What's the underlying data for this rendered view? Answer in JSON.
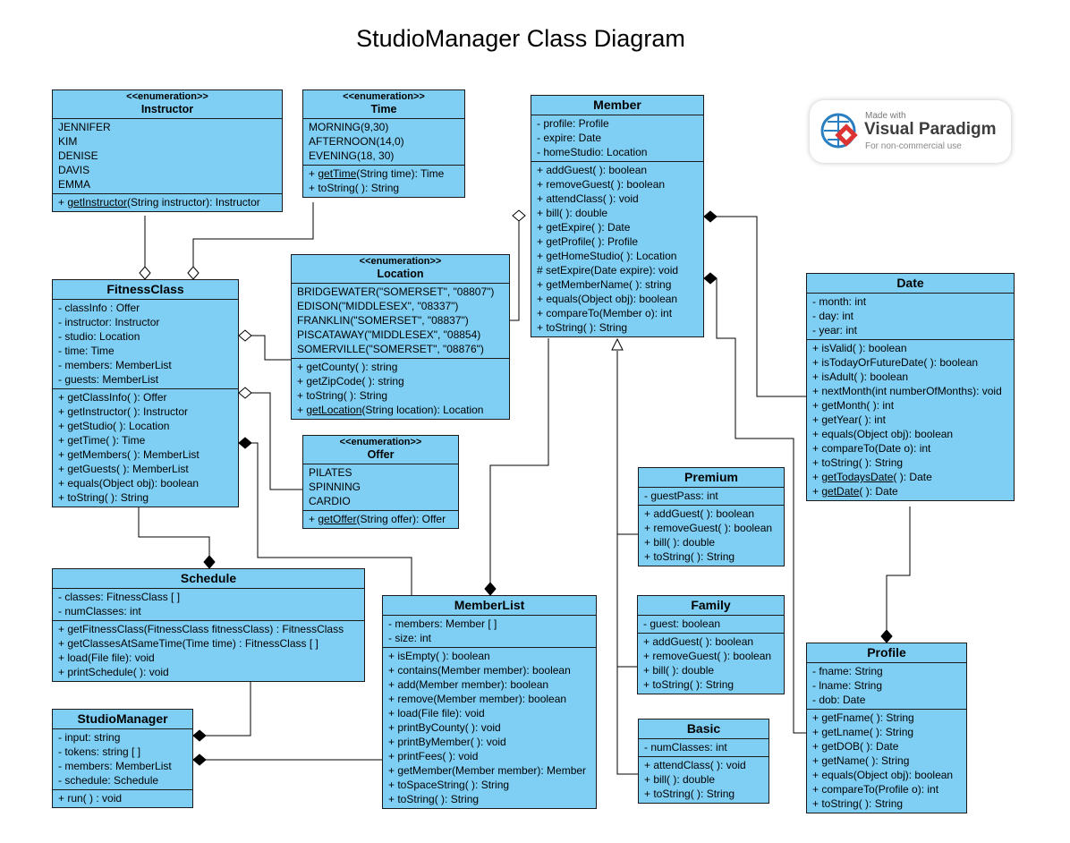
{
  "title": "StudioManager Class Diagram",
  "watermark": {
    "made_with": "Made with",
    "brand": "Visual Paradigm",
    "note": "For non-commercial use"
  },
  "classes": {
    "instructor": {
      "stereotype": "<<enumeration>>",
      "name": "Instructor",
      "attributes": [
        "JENNIFER",
        "KIM",
        "DENISE",
        "DAVIS",
        "EMMA"
      ],
      "methods_pre": [
        "+ ",
        "getInstructor",
        "(String instructor): Instructor"
      ]
    },
    "time": {
      "stereotype": "<<enumeration>>",
      "name": "Time",
      "attributes": [
        "MORNING(9,30)",
        "AFTERNOON(14,0)",
        "EVENING(18, 30)"
      ],
      "methods_pre": [
        "+ ",
        "getTime",
        "(String time): Time"
      ],
      "methods": [
        "+ toString( ): String"
      ]
    },
    "member": {
      "name": "Member",
      "attributes": [
        "- profile: Profile",
        "- expire: Date",
        "- homeStudio: Location"
      ],
      "methods": [
        "+ addGuest( ): boolean",
        "+ removeGuest( ): boolean",
        "+ attendClass( ): void",
        "+ bill( ): double",
        "+ getExpire( ): Date",
        "+ getProfile( ): Profile",
        "+ getHomeStudio( ): Location",
        "# setExpire(Date expire): void",
        "+ getMemberName( ): string",
        "+ equals(Object obj): boolean",
        "+ compareTo(Member o): int",
        "+ toString( ): String"
      ]
    },
    "fitness": {
      "name": "FitnessClass",
      "attributes": [
        "- classInfo : Offer",
        "- instructor: Instructor",
        "- studio: Location",
        "- time: Time",
        "- members: MemberList",
        "- guests: MemberList"
      ],
      "methods": [
        "+ getClassInfo( ): Offer",
        "+ getInstructor( ): Instructor",
        "+ getStudio( ): Location",
        "+ getTime( ): Time",
        "+ getMembers( ): MemberList",
        "+ getGuests( ): MemberList",
        "+ equals(Object obj): boolean",
        "+ toString( ): String"
      ]
    },
    "location": {
      "stereotype": "<<enumeration>>",
      "name": "Location",
      "attributes": [
        "BRIDGEWATER(\"SOMERSET\", \"08807\")",
        "EDISON(\"MIDDLESEX\", \"08337\")",
        "FRANKLIN(\"SOMERSET\", \"08837\")",
        "PISCATAWAY(\"MIDDLESEX\", \"08854)",
        "SOMERVILLE(\"SOMERSET\", \"08876\")"
      ],
      "methods": [
        "+ getCounty( ): string",
        "+ getZipCode( ): string",
        "+ toString( ): String"
      ],
      "methods_post": [
        "+ ",
        "getLocation",
        "(String location): Location"
      ]
    },
    "offer": {
      "stereotype": "<<enumeration>>",
      "name": "Offer",
      "attributes": [
        "PILATES",
        "SPINNING",
        "CARDIO"
      ],
      "methods_pre": [
        "+ ",
        "getOffer",
        "(String offer): Offer"
      ]
    },
    "date": {
      "name": "Date",
      "attributes": [
        "- month: int",
        "- day: int",
        "- year: int"
      ],
      "methods": [
        "+ isValid( ): boolean",
        "+ isTodayOrFutureDate( ): boolean",
        "+ isAdult( ): boolean",
        "+ nextMonth(int numberOfMonths): void",
        "+ getMonth( ): int",
        "+ getYear( ): int",
        "+ equals(Object obj): boolean",
        "+ compareTo(Date o): int",
        "+ toString( ): String"
      ],
      "static_methods": [
        [
          "+ ",
          "getTodaysDate",
          "( ): Date"
        ],
        [
          "+ ",
          "getDate",
          "( ): Date"
        ]
      ]
    },
    "premium": {
      "name": "Premium",
      "attributes": [
        "- guestPass: int"
      ],
      "methods": [
        "+ addGuest( ): boolean",
        "+ removeGuest( ): boolean",
        "+ bill( ): double",
        "+ toString( ): String"
      ]
    },
    "schedule": {
      "name": "Schedule",
      "attributes": [
        "- classes: FitnessClass [ ]",
        "- numClasses: int"
      ],
      "methods": [
        "+ getFitnessClass(FitnessClass fitnessClass) : FitnessClass",
        "+ getClassesAtSameTime(Time time) : FitnessClass [ ]",
        "+ load(File file): void",
        "+ printSchedule( ): void"
      ]
    },
    "memberlist": {
      "name": "MemberList",
      "attributes": [
        "- members: Member [ ]",
        "- size: int"
      ],
      "methods": [
        "+ isEmpty( ): boolean",
        "+ contains(Member member): boolean",
        "+ add(Member member): boolean",
        "+ remove(Member member): boolean",
        "+ load(File file): void",
        "+ printByCounty( ): void",
        "+ printByMember( ): void",
        "+ printFees( ): void",
        "+ getMember(Member member): Member",
        "+ toSpaceString( ): String",
        "+ toString( ): String"
      ]
    },
    "family": {
      "name": "Family",
      "attributes": [
        "- guest: boolean"
      ],
      "methods": [
        "+ addGuest( ): boolean",
        "+ removeGuest( ): boolean",
        "+ bill( ): double",
        "+ toString( ): String"
      ]
    },
    "profile": {
      "name": "Profile",
      "attributes": [
        "- fname: String",
        "- lname: String",
        "- dob: Date"
      ],
      "methods": [
        "+ getFname( ): String",
        "+ getLname( ): String",
        "+ getDOB( ): Date",
        "+ getName( ): String",
        "+ equals(Object obj): boolean",
        "+ compareTo(Profile o): int",
        "+ toString( ): String"
      ]
    },
    "studiomanager": {
      "name": "StudioManager",
      "attributes": [
        "- input: string",
        "- tokens: string [ ]",
        "- members: MemberList",
        "- schedule: Schedule"
      ],
      "methods": [
        "+ run( ) : void"
      ]
    },
    "basic": {
      "name": "Basic",
      "attributes": [
        "- numClasses: int"
      ],
      "methods": [
        "+ attendClass( ): void",
        "+ bill( ): double",
        "+ toString( ): String"
      ]
    }
  }
}
